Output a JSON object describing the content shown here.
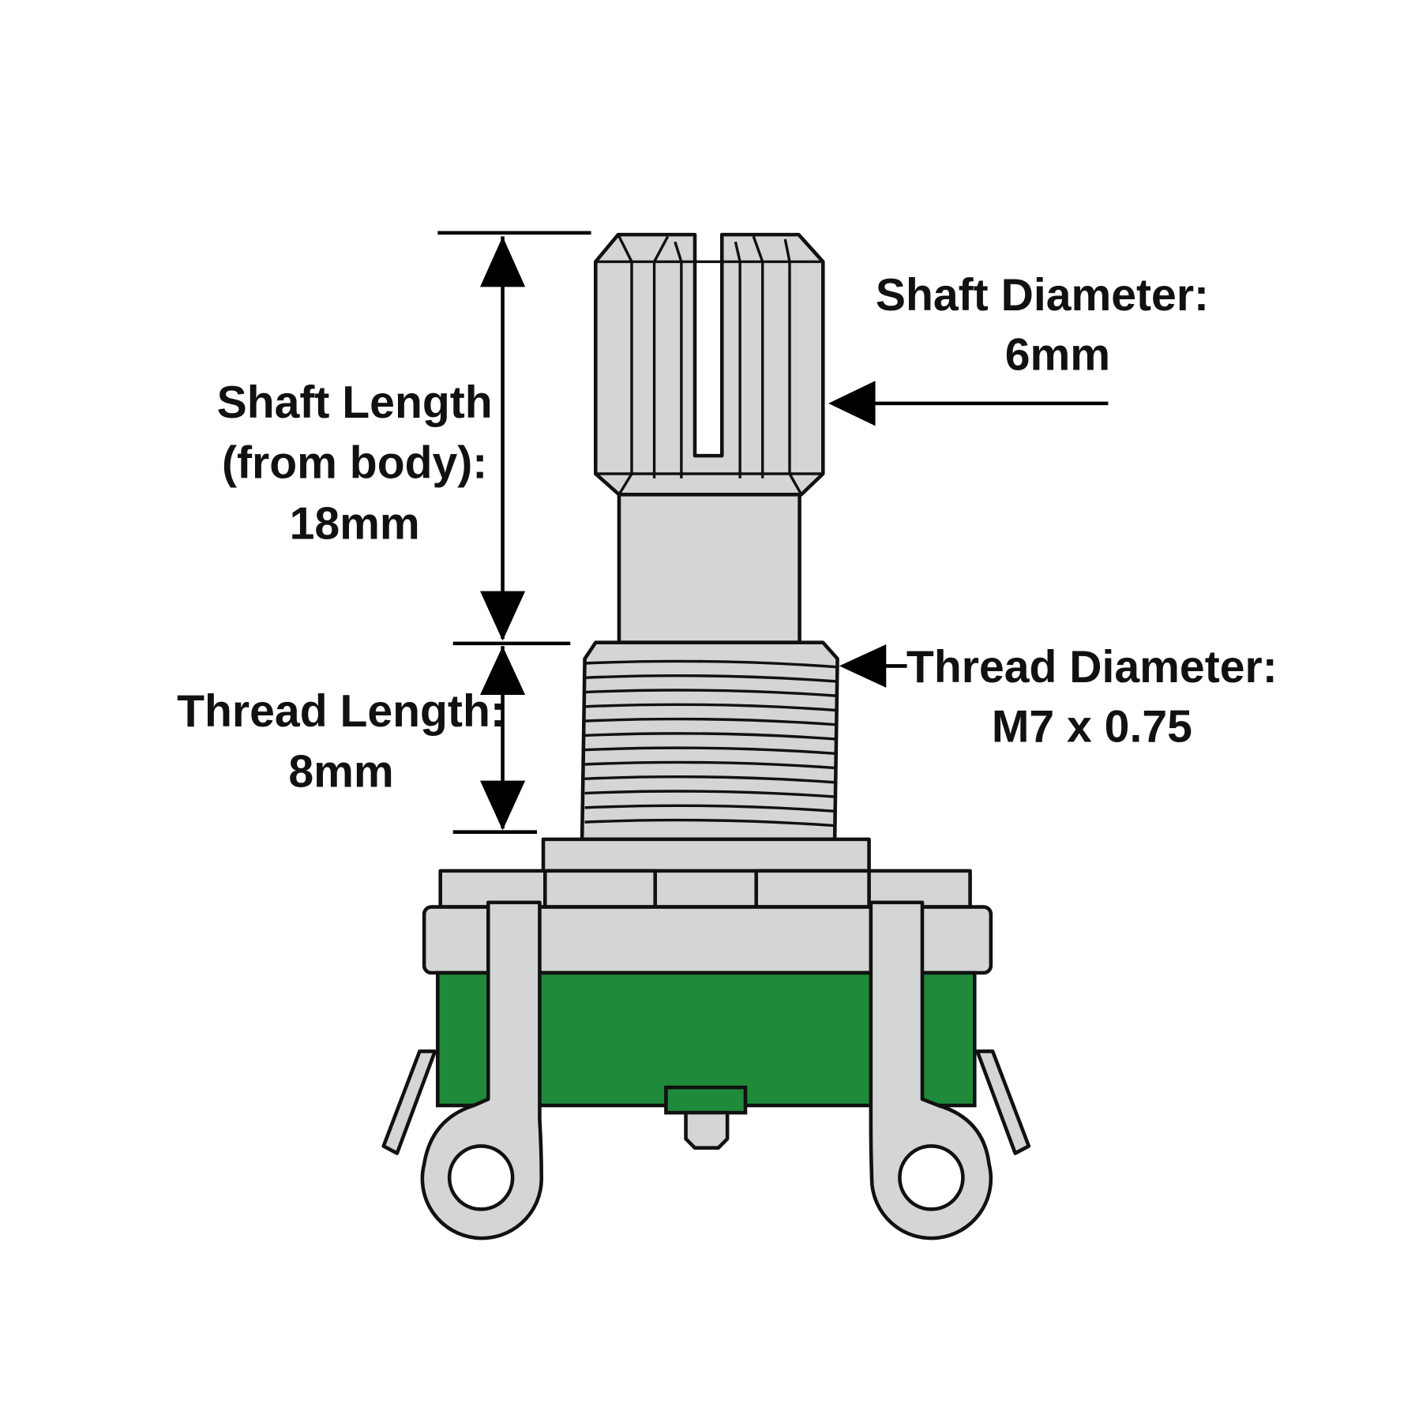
{
  "title": "Potentiometer dimensions",
  "labels": {
    "shaft_length": [
      "Shaft Length",
      "(from body):",
      "18mm"
    ],
    "thread_length": [
      "Thread Length:",
      "8mm"
    ],
    "shaft_diameter": [
      "Shaft Diameter:",
      "6mm"
    ],
    "thread_diameter": [
      "Thread Diameter:",
      "M7 x 0.75"
    ]
  },
  "colors": {
    "body_green": "#1f8a3a",
    "metal": "#d3d6d5",
    "outline": "#111111"
  }
}
